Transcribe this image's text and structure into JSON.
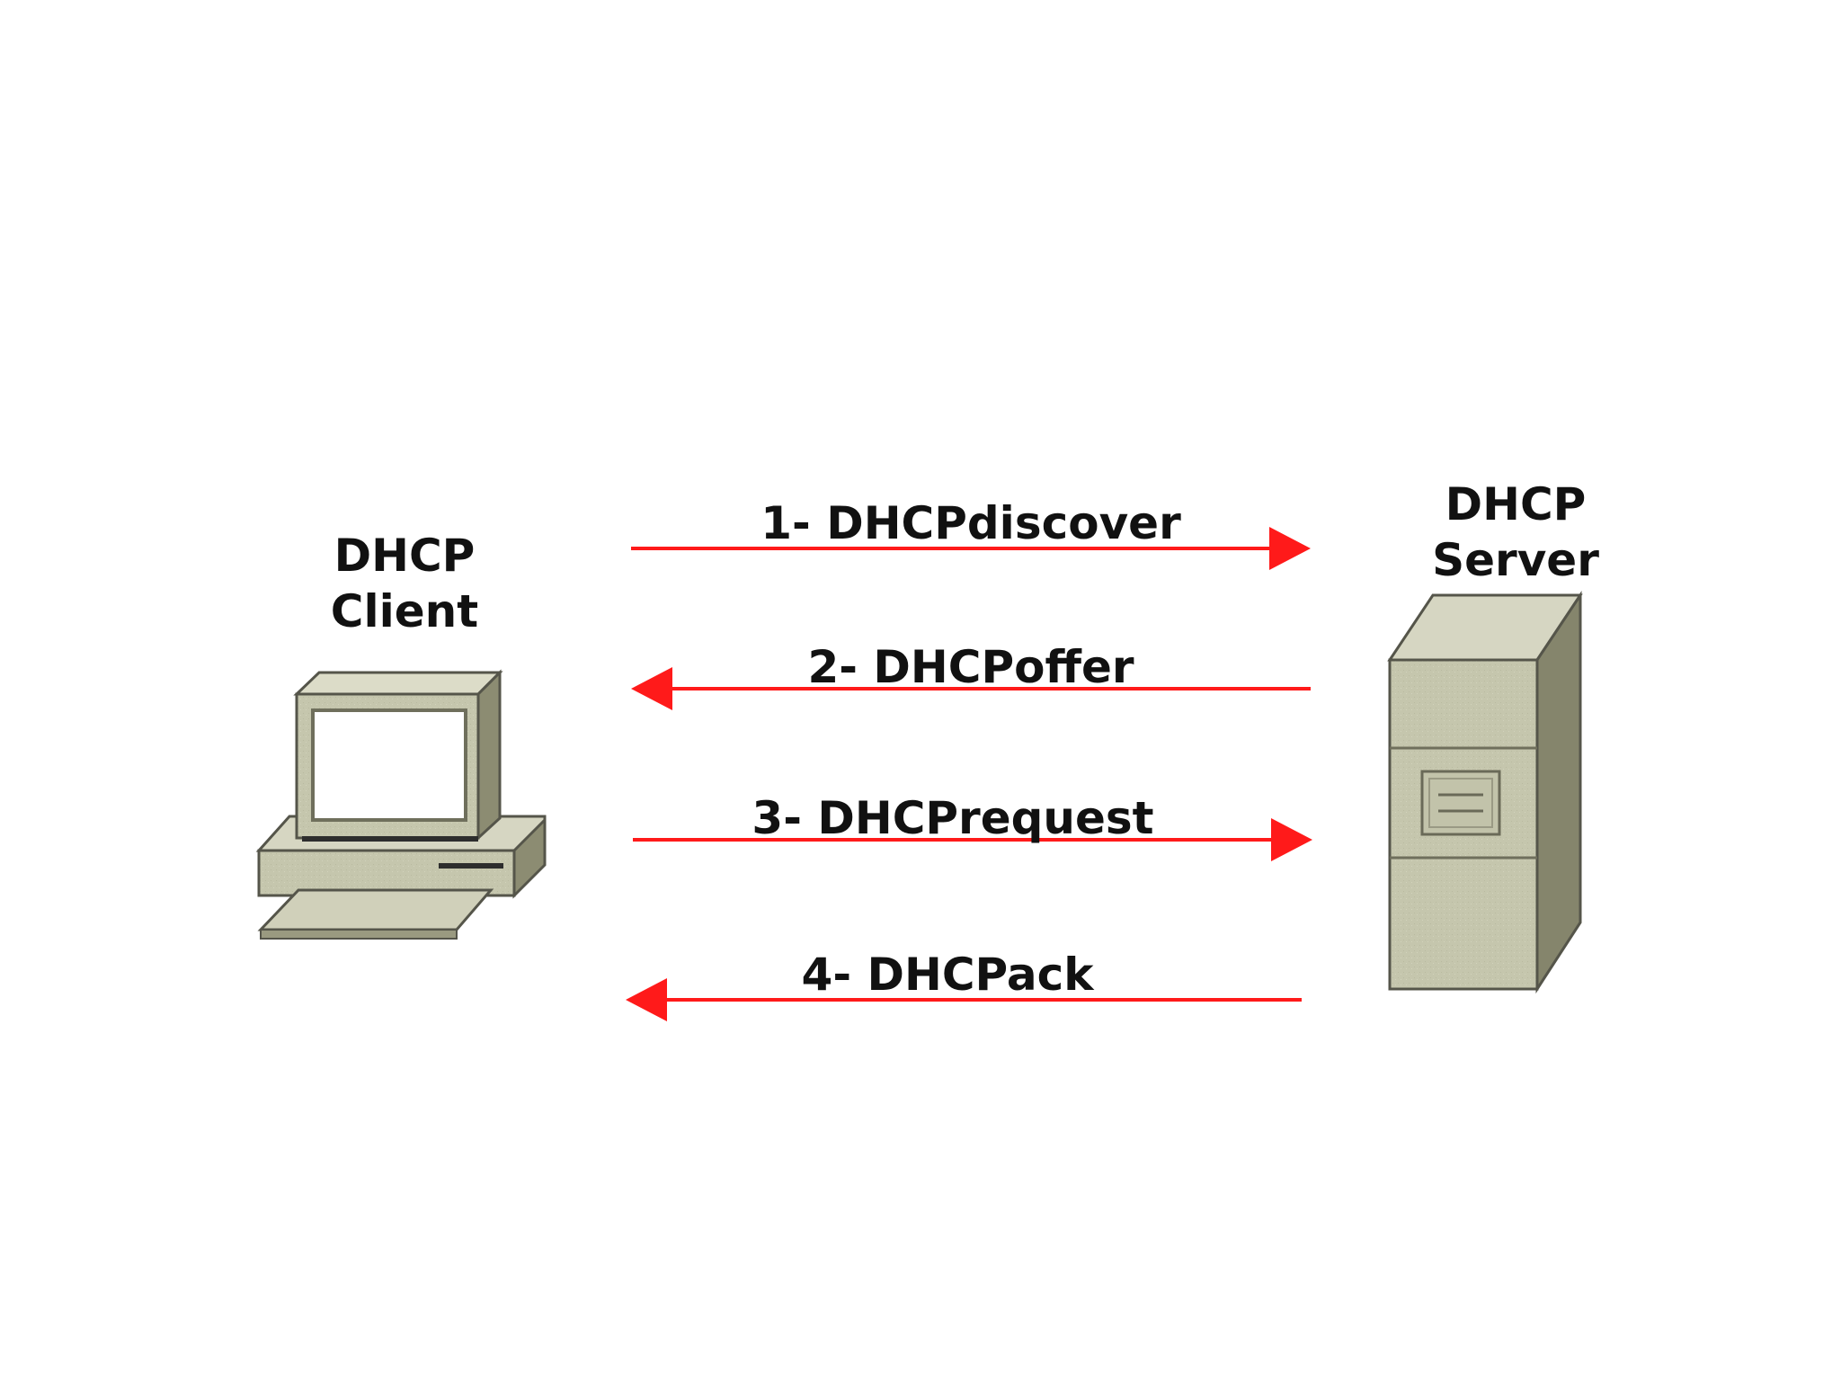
{
  "client": {
    "label_line1": "DHCP",
    "label_line2": "Client",
    "icon": "desktop-computer-icon"
  },
  "server": {
    "label_line1": "DHCP",
    "label_line2": "Server",
    "icon": "tower-server-icon"
  },
  "messages": [
    {
      "label": "1- DHCPdiscover",
      "direction": "client-to-server"
    },
    {
      "label": "2- DHCPoffer",
      "direction": "server-to-client"
    },
    {
      "label": "3- DHCPrequest",
      "direction": "client-to-server"
    },
    {
      "label": "4- DHCPack",
      "direction": "server-to-client"
    }
  ],
  "colors": {
    "arrow": "#ff1a1a",
    "device_fill": "#c8c8b0",
    "device_dark": "#7d7d65",
    "device_outline": "#55554a",
    "text": "#111111"
  }
}
